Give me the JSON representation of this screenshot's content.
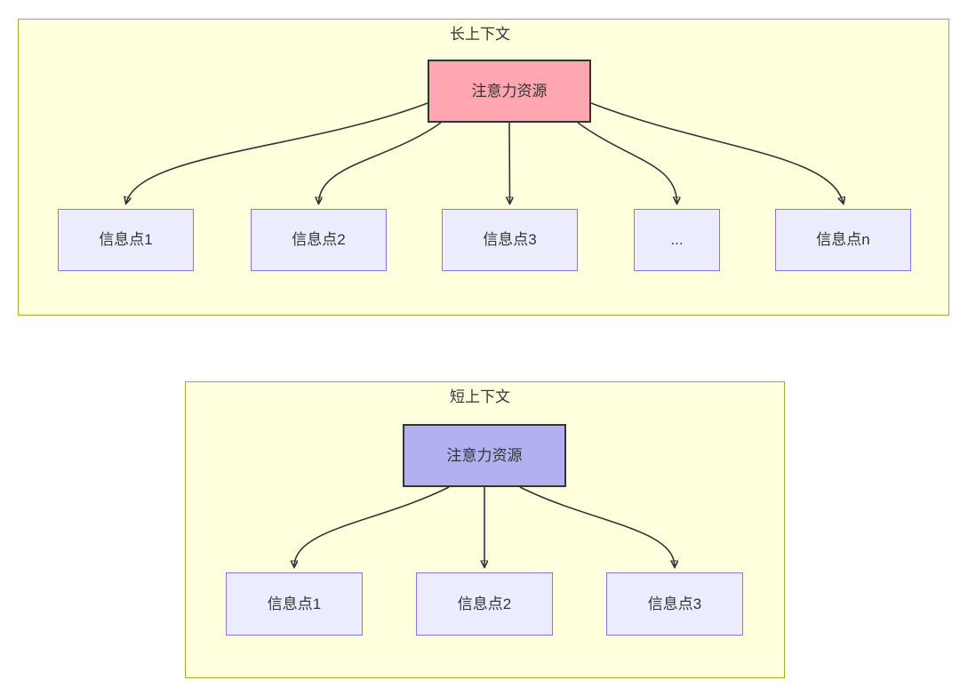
{
  "colors": {
    "container_fill": "#ffffde",
    "container_border": "#aaaa33",
    "node_fill": "#ececff",
    "node_border": "#9370db",
    "attention_long_fill": "#ffa6b0",
    "attention_short_fill": "#b1b1f0",
    "attention_border": "#333333",
    "edge": "#333333",
    "text": "#333333"
  },
  "diagram": {
    "long_context": {
      "title": "长上下文",
      "root_label": "注意力资源",
      "children": [
        "信息点1",
        "信息点2",
        "信息点3",
        "...",
        "信息点n"
      ]
    },
    "short_context": {
      "title": "短上下文",
      "root_label": "注意力资源",
      "children": [
        "信息点1",
        "信息点2",
        "信息点3"
      ]
    }
  }
}
